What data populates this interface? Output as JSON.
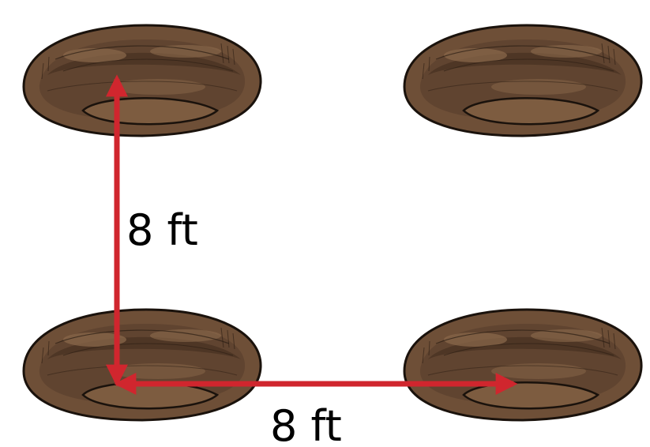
{
  "diagram": {
    "holes": [
      {
        "id": "top-left"
      },
      {
        "id": "top-right"
      },
      {
        "id": "bottom-left"
      },
      {
        "id": "bottom-right"
      }
    ],
    "dimensions": {
      "vertical": {
        "label": "8 ft"
      },
      "horizontal": {
        "label": "8 ft"
      }
    },
    "colors": {
      "arrow": "#d0262e",
      "soil_dark": "#5e4330",
      "soil_mid": "#7a5a3f",
      "soil_light": "#8c6a4c",
      "outline": "#1a120c"
    }
  }
}
